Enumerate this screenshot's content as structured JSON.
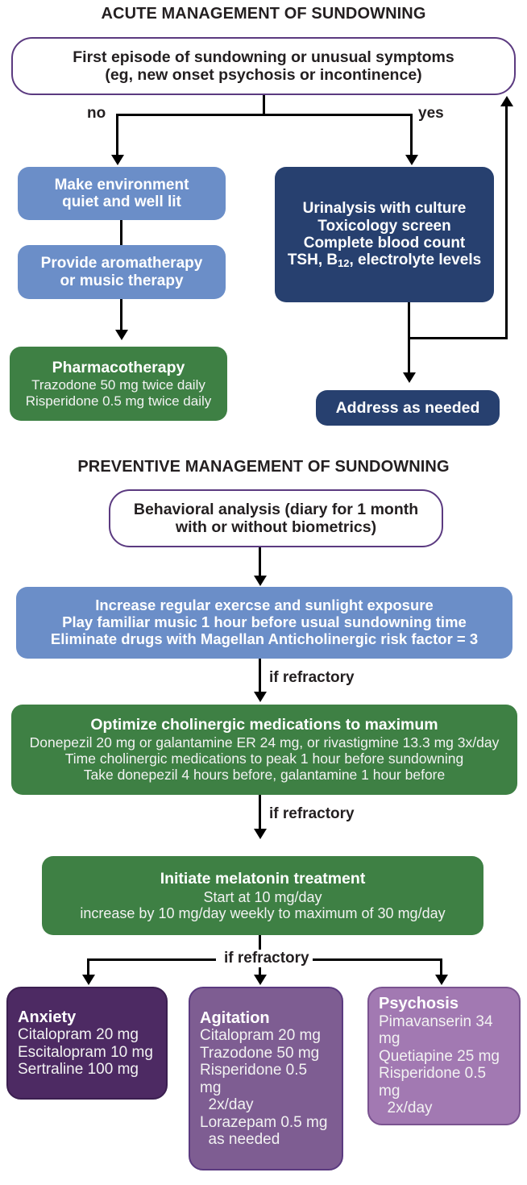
{
  "sections": {
    "acute": {
      "title": "ACUTE MANAGEMENT OF SUNDOWNING",
      "start": {
        "line1": "First episode of sundowning or unusual symptoms",
        "line2": "(eg, new onset psychosis or incontinence)"
      },
      "branch_no": "no",
      "branch_yes": "yes",
      "env_box": {
        "line1": "Make environment",
        "line2": "quiet and well lit"
      },
      "aroma_box": {
        "line1": "Provide aromatherapy",
        "line2": "or music therapy"
      },
      "pharmacotherapy": {
        "title": "Pharmacotherapy",
        "line1": "Trazodone 50 mg twice daily",
        "line2": "Risperidone 0.5 mg twice daily"
      },
      "workup": {
        "line1": "Urinalysis with culture",
        "line2": "Toxicology screen",
        "line3": "Complete blood count",
        "line4_a": "TSH, B",
        "line4_sub": "12",
        "line4_b": ", electrolyte levels"
      },
      "address": "Address as needed"
    },
    "preventive": {
      "title": "PREVENTIVE MANAGEMENT OF SUNDOWNING",
      "behavioral": {
        "line1": "Behavioral analysis (diary for 1 month",
        "line2": "with or without biometrics)"
      },
      "lifestyle": {
        "line1": "Increase regular exercse and sunlight exposure",
        "line2": "Play familiar music 1 hour before usual sundowning time",
        "line3": "Eliminate drugs with Magellan Anticholinergic risk factor = 3"
      },
      "refractory_label": "if refractory",
      "cholinergic": {
        "title": "Optimize cholinergic medications to maximum",
        "line1": "Donepezil 20 mg or galantamine ER 24 mg, or rivastigmine 13.3 mg 3x/day",
        "line2": "Time cholinergic medications to  peak 1 hour before sundowning",
        "line3": "Take donepezil 4 hours before, galantamine 1 hour before"
      },
      "melatonin": {
        "title": "Initiate melatonin treatment",
        "line1": "Start at 10 mg/day",
        "line2": "increase by 10 mg/day weekly to maximum of 30 mg/day"
      },
      "outcomes": [
        {
          "title": "Anxiety",
          "lines": [
            "Citalopram 20 mg",
            "Escitalopram 10 mg",
            "Sertraline 100 mg"
          ],
          "color": "#4d2a63"
        },
        {
          "title": "Agitation",
          "lines": [
            "Citalopram 20 mg",
            "Trazodone 50 mg",
            "Risperidone 0.5 mg",
            "  2x/day",
            "Lorazepam 0.5 mg",
            "  as needed"
          ],
          "color": "#7e5d92"
        },
        {
          "title": "Psychosis",
          "lines": [
            "Pimavanserin 34 mg",
            "Quetiapine 25 mg",
            "Risperidone 0.5 mg",
            "  2x/day"
          ],
          "color": "#a279b2"
        }
      ]
    }
  },
  "palette": {
    "outline_purple": "#5b3a80",
    "light_blue": "#6b8ec8",
    "dark_blue": "#27406f",
    "green": "#3e8044",
    "purple_dark": "#4d2a63",
    "purple_mid": "#7e5d92",
    "purple_light": "#a279b2",
    "connector": "#000000",
    "text_dark": "#231f20"
  }
}
